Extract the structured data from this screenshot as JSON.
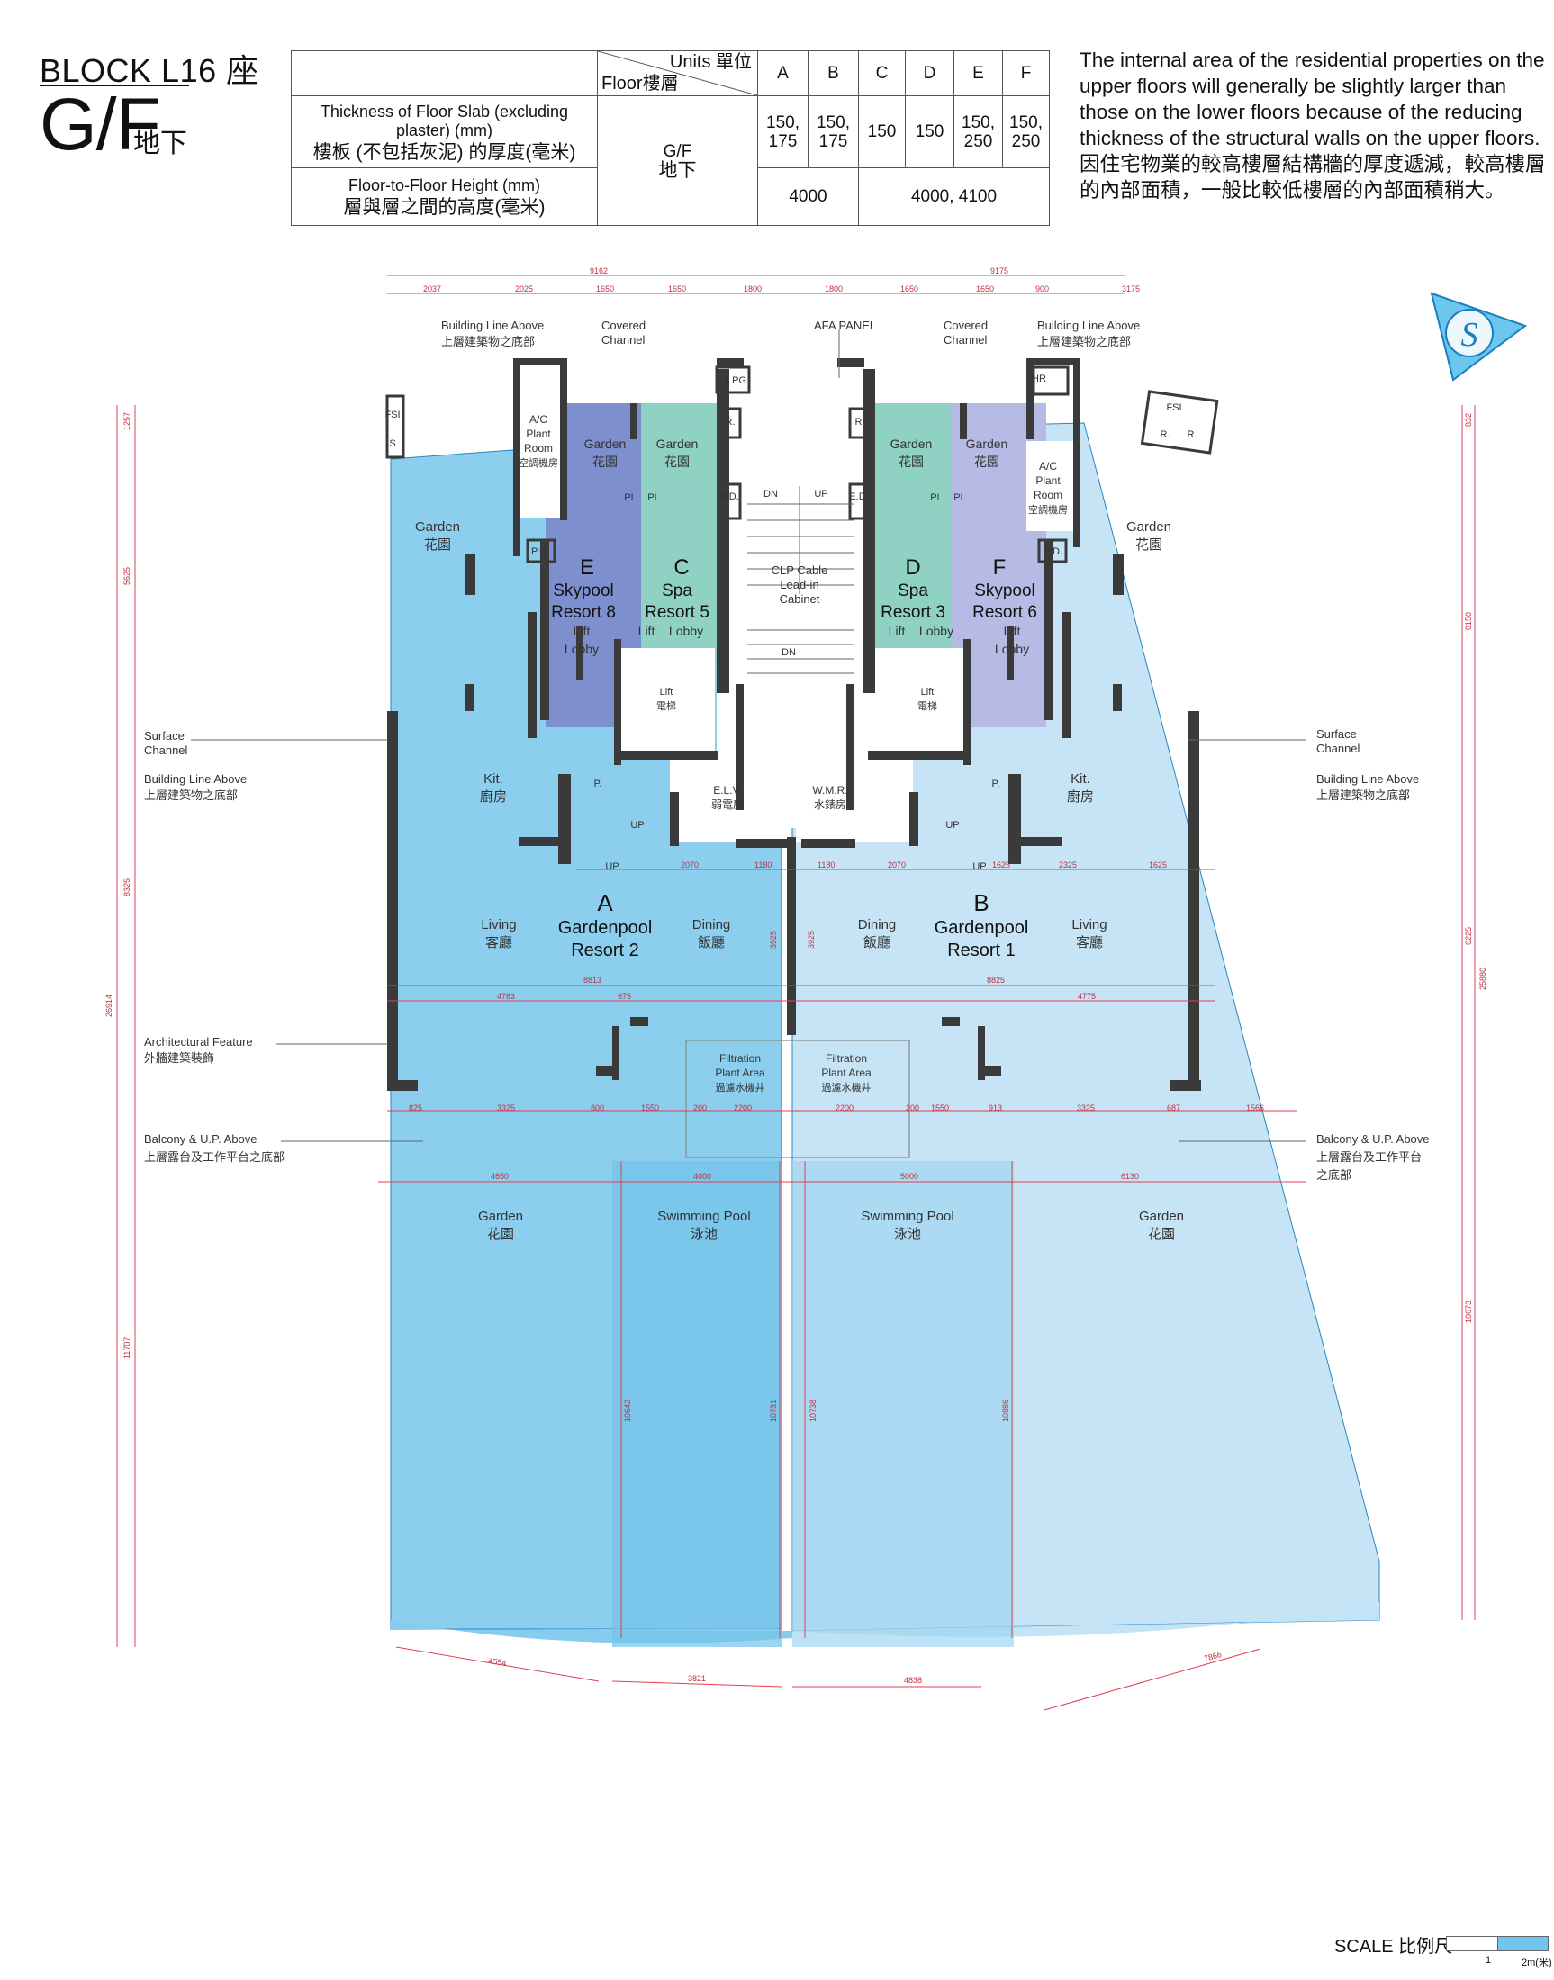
{
  "header": {
    "block": "BLOCK L16 座",
    "floor_code": "G/F",
    "floor_zh": "地下"
  },
  "spec_table": {
    "units_label": "Units 單位",
    "floor_label": "Floor樓層",
    "units": [
      "A",
      "B",
      "C",
      "D",
      "E",
      "F"
    ],
    "slab_label_en": "Thickness of Floor Slab (excluding plaster) (mm)",
    "slab_label_zh": "樓板 (不包括灰泥) 的厚度(毫米)",
    "floor_value_en": "G/F",
    "floor_value_zh": "地下",
    "slab_values": [
      "150, 175",
      "150, 175",
      "150",
      "150",
      "150, 250",
      "150, 250"
    ],
    "height_label_en": "Floor-to-Floor Height (mm)",
    "height_label_zh": "層與層之間的高度(毫米)",
    "height_ab": "4000",
    "height_cf": "4000, 4100"
  },
  "notes": {
    "en": "The internal area of the residential properties on the upper floors will generally be slightly larger than those on the lower floors because of the reducing thickness of the structural walls on the upper floors.",
    "zh": "因住宅物業的較高樓層結構牆的厚度遞減，較高樓層的內部面積，一般比較低樓層的內部面積稍大。"
  },
  "north_marker": "S",
  "colors": {
    "light_blue": "#c3e3f6",
    "mid_blue": "#86ccee",
    "pool_blue": "#74c3ea",
    "navy": "#7e8fd0",
    "lavender": "#b6bbe5",
    "teal": "#8fd1c3",
    "wall": "#3a3a3a",
    "dimension": "#e04050"
  },
  "units": [
    {
      "letter": "A",
      "name_en_1": "Gardenpool",
      "name_en_2": "Resort 2"
    },
    {
      "letter": "B",
      "name_en_1": "Gardenpool",
      "name_en_2": "Resort 1"
    },
    {
      "letter": "C",
      "name_en_1": "Spa",
      "name_en_2": "Resort 5"
    },
    {
      "letter": "D",
      "name_en_1": "Spa",
      "name_en_2": "Resort 3"
    },
    {
      "letter": "E",
      "name_en_1": "Skypool",
      "name_en_2": "Resort 8"
    },
    {
      "letter": "F",
      "name_en_1": "Skypool",
      "name_en_2": "Resort 6"
    }
  ],
  "rooms": {
    "garden_en": "Garden",
    "garden_zh": "花園",
    "living_en": "Living",
    "living_zh": "客廳",
    "dining_en": "Dining",
    "dining_zh": "飯廳",
    "kitchen_en": "Kit.",
    "kitchen_zh": "廚房",
    "pool_en": "Swimming Pool",
    "pool_zh": "泳池",
    "lift_en": "Lift",
    "lift_zh": "電梯",
    "lift_lobby_1": "Lift",
    "lift_lobby_2": "Lobby",
    "ac_1": "A/C",
    "ac_2": "Plant",
    "ac_3": "Room",
    "ac_zh": "空調機房",
    "elv_en": "E.L.V.",
    "elv_zh": "弱電房",
    "wmr_en": "W.M.R.",
    "wmr_zh": "水錶房",
    "clp_1": "CLP Cable",
    "clp_2": "Lead-in",
    "clp_3": "Cabinet",
    "filtration_1": "Filtration",
    "filtration_2": "Plant Area",
    "filtration_zh": "過濾水機井",
    "afa": "AFA PANEL",
    "lpg": "LPG",
    "fsi": "FSI",
    "hr": "HR",
    "pd": "P.D.",
    "pl": "PL",
    "ed": "E.D.",
    "r": "R.",
    "p": "P.",
    "up": "UP",
    "dn": "DN",
    "s": "S"
  },
  "annotations": {
    "building_line_en": "Building Line Above",
    "building_line_zh": "上層建築物之底部",
    "covered_1": "Covered",
    "covered_2": "Channel",
    "surface_1": "Surface",
    "surface_2": "Channel",
    "arch_en": "Architectural Feature",
    "arch_zh": "外牆建築裝飾",
    "balcony_en": "Balcony & U.P. Above",
    "balcony_zh": "上層露台及工作平台之底部",
    "balcony_zh_a": "上層露台及工作平台",
    "balcony_zh_b": "之底部"
  },
  "dimensions": {
    "top_total": [
      "9162",
      "9175"
    ],
    "top_parts": [
      "2037",
      "2025",
      "1650",
      "1650",
      "1800",
      "1800",
      "1650",
      "1650",
      "900",
      "3175"
    ],
    "left_parts": [
      "1257",
      "5625",
      "8325",
      "11707"
    ],
    "left_total": "26914",
    "right_parts": [
      "832",
      "8150",
      "6225",
      "10673"
    ],
    "right_total": "25880",
    "bottom_parts": [
      "4554",
      "3821",
      "4838",
      "7866"
    ],
    "row_living": [
      "8813",
      "8825"
    ],
    "row_pool": [
      "4650",
      "4000",
      "5000",
      "6130"
    ],
    "row_balcony": [
      "825",
      "3325",
      "800",
      "1550",
      "200",
      "2200",
      "2200",
      "200",
      "1550",
      "913",
      "3325",
      "687",
      "1566"
    ],
    "row_kitchen": [
      "2070",
      "1180",
      "1180",
      "2070",
      "1625",
      "2325",
      "1625"
    ],
    "row_sub": [
      "4763",
      "675",
      "4775"
    ],
    "pool_depths": [
      "10642",
      "10731",
      "10738",
      "10886"
    ],
    "mid_heights": [
      "3925",
      "3925"
    ]
  },
  "scale": {
    "label": "SCALE 比例尺",
    "t1": "1",
    "t2": "2m(米)"
  }
}
